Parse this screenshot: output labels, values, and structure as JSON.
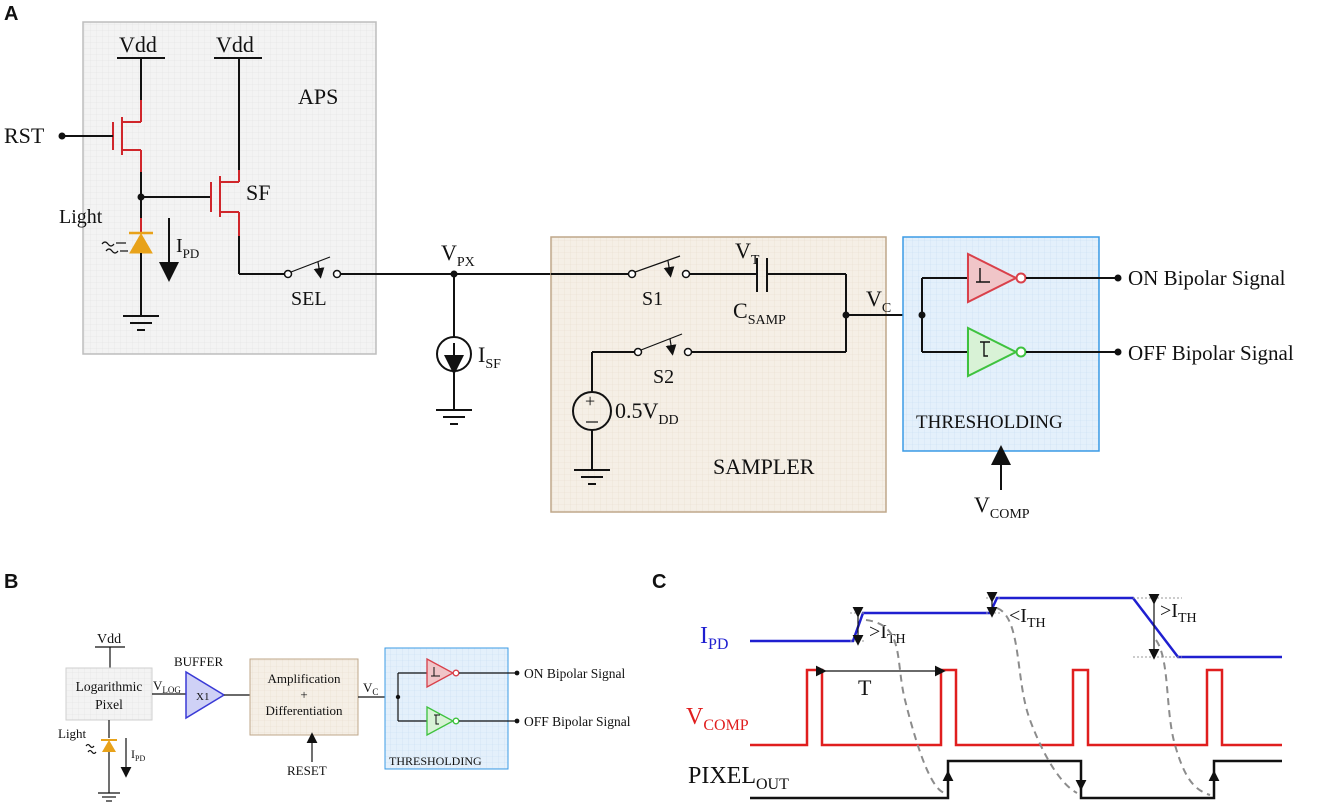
{
  "panels": {
    "a": "A",
    "b": "B",
    "c": "C"
  },
  "panel_a": {
    "vdd1": "Vdd",
    "vdd2": "Vdd",
    "aps": "APS",
    "rst": "RST",
    "sf": "SF",
    "light": "Light",
    "ipd_main": "I",
    "ipd_sub": "PD",
    "sel": "SEL",
    "vpx_main": "V",
    "vpx_sub": "PX",
    "isf_main": "I",
    "isf_sub": "SF",
    "s1": "S1",
    "s2": "S2",
    "vt_main": "V",
    "vt_sub": "T",
    "csamp_main": "C",
    "csamp_sub": "SAMP",
    "vc_main": "V",
    "vc_sub": "C",
    "source_main": "0.5V",
    "source_sub": "DD",
    "sampler": "SAMPLER",
    "thresholding": "THRESHOLDING",
    "vcomp_main": "V",
    "vcomp_sub": "COMP",
    "on_signal": "ON Bipolar Signal",
    "off_signal": "OFF Bipolar Signal"
  },
  "panel_b": {
    "vdd": "Vdd",
    "pixel_line1": "Logarithmic",
    "pixel_line2": "Pixel",
    "light": "Light",
    "ipd_main": "I",
    "ipd_sub": "PD",
    "buffer": "BUFFER",
    "x1": "X1",
    "vlog_main": "V",
    "vlog_sub": "LOG",
    "amp_line1": "Amplification",
    "amp_line2": "+",
    "amp_line3": "Differentiation",
    "vc_main": "V",
    "vc_sub": "C",
    "reset": "RESET",
    "thresholding": "THRESHOLDING",
    "on_signal": "ON Bipolar Signal",
    "off_signal": "OFF Bipolar Signal"
  },
  "panel_c": {
    "ipd_main": "I",
    "ipd_sub": "PD",
    "vcomp_main": "V",
    "vcomp_sub": "COMP",
    "pixelout_main": "PIXEL",
    "pixelout_sub": "OUT",
    "t": "T",
    "ith1_prefix": ">I",
    "ith1_sub": "TH",
    "ith2_prefix": "<I",
    "ith2_sub": "TH",
    "ith3_prefix": ">I",
    "ith3_sub": "TH"
  },
  "colors": {
    "transistor_red": "#d0262b",
    "photodiode_orange": "#e8a21a",
    "ipd_blue": "#1f1fd0",
    "vcomp_red": "#e01e1e",
    "on_inverter": "#d9404a",
    "off_inverter": "#3ec23e",
    "buffer_blue": "#3a3ad6",
    "sampler_border": "#bfa78a",
    "threshold_border": "#3b9be6",
    "aps_border": "#bdbdbd"
  }
}
